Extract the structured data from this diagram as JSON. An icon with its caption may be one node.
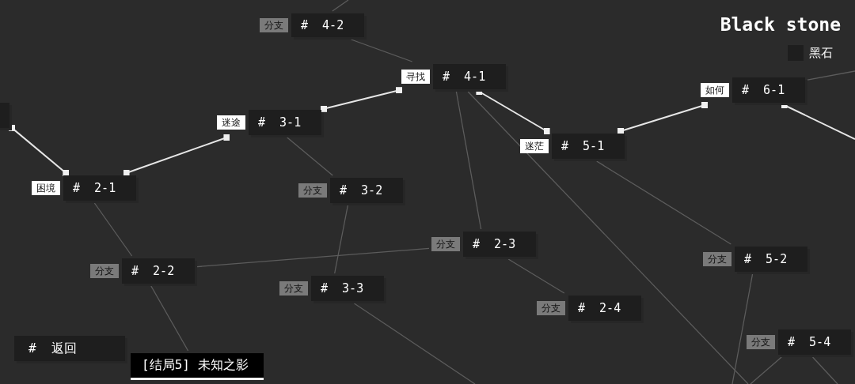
{
  "diagram": {
    "title": "Black stone",
    "nodes": [
      {
        "text": [],
        "shape": "box"
      },
      {
        "text": [
          "分支",
          "# 4-2"
        ]
      },
      {
        "text": [
          "寻找",
          "# 4-1"
        ]
      },
      {
        "text": [
          "如何",
          "# 6-1"
        ]
      },
      {
        "text": [
          "迷途",
          "# 3-1"
        ]
      },
      {
        "text": [
          "迷茫",
          "# 5-1"
        ]
      },
      {
        "text": [
          "困境",
          "# 2-1"
        ]
      },
      {
        "text": [
          "分支",
          "# 3-2"
        ]
      },
      {
        "text": [
          "分支",
          "# 2-3"
        ]
      },
      {
        "text": [
          "分支",
          "# 5-2"
        ]
      },
      {
        "text": [
          "分支",
          "# 2-2"
        ]
      },
      {
        "text": [
          "分支",
          "# 3-3"
        ]
      },
      {
        "text": [
          "分支",
          "# 2-4"
        ]
      },
      {
        "text": [
          "分支",
          "# 5-4"
        ]
      },
      {
        "text": [
          "# 返回"
        ]
      },
      {
        "text": [
          "[结局5] 未知之影"
        ]
      }
    ],
    "edges": [
      {
        "from": 0,
        "to": 6,
        "arrow": "other",
        "color": "#e6e6e6"
      },
      {
        "from": 6,
        "to": 4,
        "arrow": "other",
        "color": "#e6e6e6"
      },
      {
        "from": 4,
        "to": 2,
        "arrow": "other",
        "color": "#e6e6e6"
      },
      {
        "from": 2,
        "to": 5,
        "arrow": "other",
        "color": "#e6e6e6"
      },
      {
        "from": 5,
        "to": 3,
        "arrow": "other",
        "color": "#e6e6e6"
      },
      {
        "from": 3,
        "to": null,
        "arrow": "other",
        "color": "#e6e6e6"
      },
      {
        "from": 1,
        "to": null,
        "arrow": "none"
      },
      {
        "from": 1,
        "to": 2,
        "arrow": "none"
      },
      {
        "from": 4,
        "to": 7,
        "arrow": "none"
      },
      {
        "from": 6,
        "to": 10,
        "arrow": "none"
      },
      {
        "from": 10,
        "to": 8,
        "arrow": "none"
      },
      {
        "from": 10,
        "to": 15,
        "arrow": "none"
      },
      {
        "from": 7,
        "to": 11,
        "arrow": "none"
      },
      {
        "from": 11,
        "to": null,
        "arrow": "none"
      },
      {
        "from": 2,
        "to": 8,
        "arrow": "none"
      },
      {
        "from": 2,
        "to": null,
        "arrow": "none"
      },
      {
        "from": 8,
        "to": 12,
        "arrow": "none"
      },
      {
        "from": 5,
        "to": 9,
        "arrow": "none"
      },
      {
        "from": 9,
        "to": null,
        "arrow": "none"
      },
      {
        "from": 13,
        "to": null,
        "arrow": "none"
      },
      {
        "from": 13,
        "to": null,
        "arrow": "none"
      },
      {
        "from": 3,
        "to": null,
        "arrow": "none"
      }
    ],
    "legend": [
      {
        "text": "黑石",
        "color": "#1e1e1e"
      }
    ]
  }
}
